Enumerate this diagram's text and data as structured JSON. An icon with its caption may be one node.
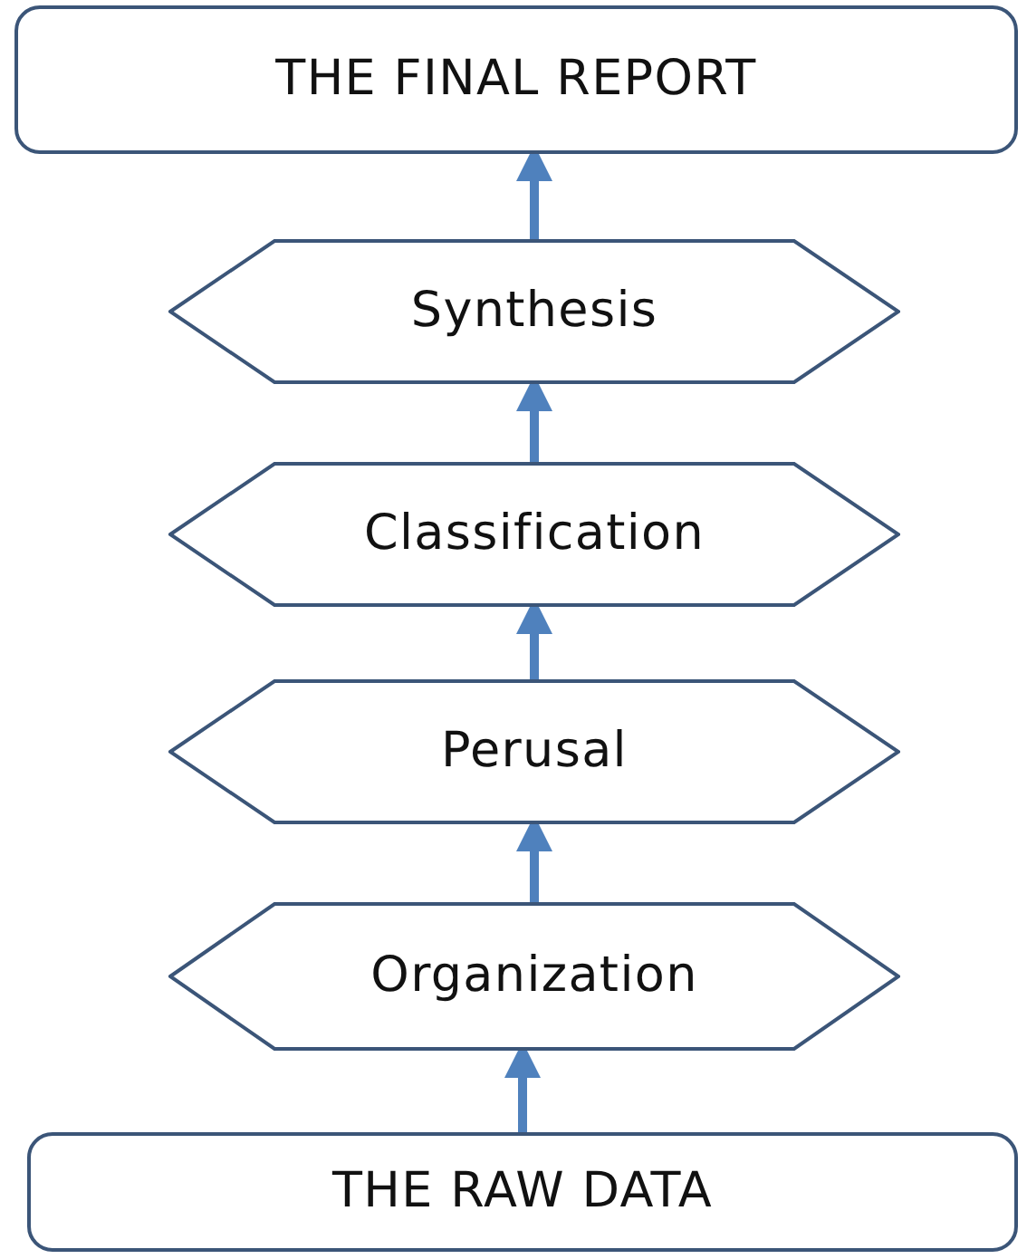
{
  "diagram": {
    "nodes": [
      {
        "text": [
          "THE FINAL REPORT"
        ]
      },
      {
        "text": [
          "Synthesis"
        ]
      },
      {
        "text": [
          "Classification"
        ]
      },
      {
        "text": [
          "Perusal"
        ]
      },
      {
        "text": [
          "Organization"
        ]
      },
      {
        "text": [
          "THE RAW DATA"
        ]
      }
    ],
    "edges": [
      {
        "from": 5,
        "to": 4,
        "arrow": "to"
      },
      {
        "from": 4,
        "to": 3,
        "arrow": "to"
      },
      {
        "from": 3,
        "to": 2,
        "arrow": "to"
      },
      {
        "from": 2,
        "to": 1,
        "arrow": "to"
      },
      {
        "from": 1,
        "to": 0,
        "arrow": "to"
      }
    ]
  }
}
